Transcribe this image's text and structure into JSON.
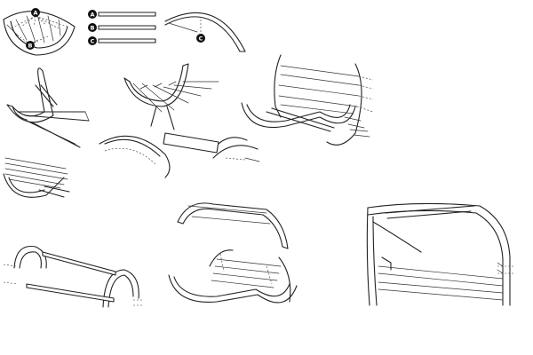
{
  "callouts": {
    "a": "A",
    "b": "B",
    "c": "C"
  },
  "legend": [
    {
      "label": "A"
    },
    {
      "label": "B"
    },
    {
      "label": "C"
    }
  ],
  "colors": {
    "line": "#222222",
    "badge": "#111111",
    "background": "#ffffff"
  }
}
